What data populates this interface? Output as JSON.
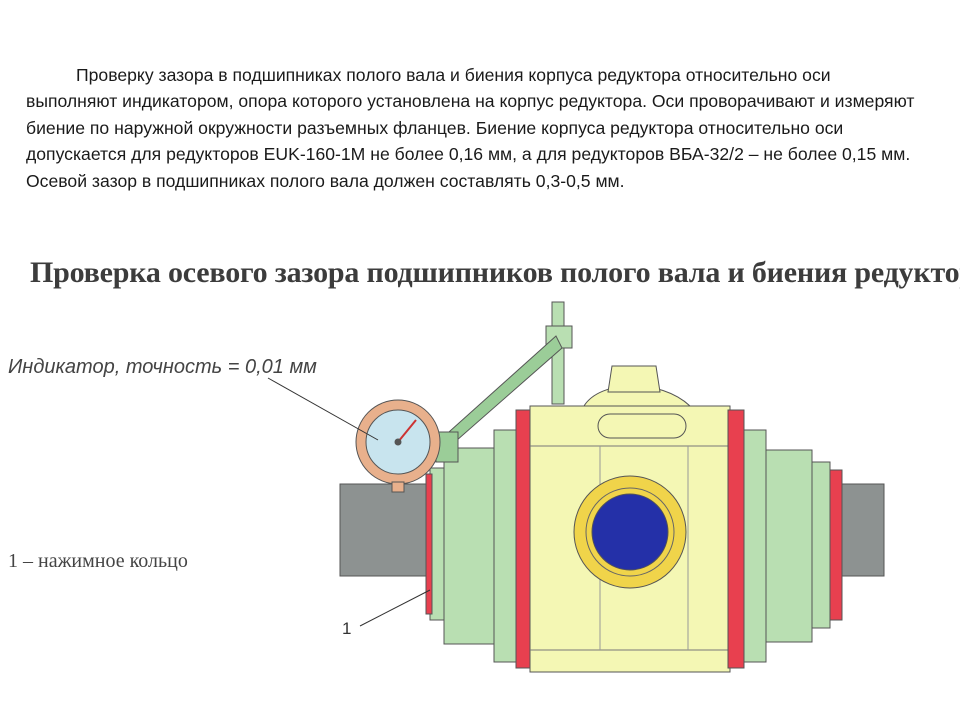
{
  "text": {
    "paragraph": "Проверку зазора в подшипниках полого вала и биения корпуса редуктора относительно оси выполняют индикатором, опора которого установлена на корпус редуктора. Оси проворачивают и измеряют биение по наружной окружности разъемных фланцев. Биение корпуса редуктора относительно оси допускается для редукторов EUK-160-1М не более 0,16 мм, а для редукторов ВБА-32/2 – не более 0,15 мм. Осевой зазор в подшипниках полого вала должен составлять 0,3-0,5 мм."
  },
  "figure": {
    "title": "Проверка осевого зазора подшипников полого вала и биения редуктора",
    "label_indicator": "Индикатор, точность = 0,01 мм",
    "label_ring": "1 – нажимное кольцо",
    "callout_number": "1"
  },
  "colors": {
    "housing": "#f4f7b4",
    "flange_green": "#b9dfb2",
    "flange_red": "#e8404f",
    "shaft_gray": "#8d9291",
    "bearing_yellow": "#f0d44a",
    "bore_blue": "#2430a8",
    "indicator_ring": "#e8b08c",
    "indicator_face": "#c8e4ee",
    "arm_green": "#9bcd98",
    "outline": "#555555"
  }
}
